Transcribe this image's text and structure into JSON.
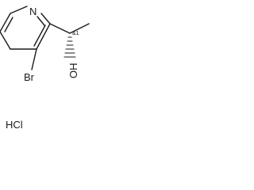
{
  "structure": {
    "atoms": {
      "nitrogen": "N",
      "bromine": "Br",
      "hydroxyl": "OH"
    },
    "stereo_descriptor": "&1",
    "salt": "HCl"
  }
}
